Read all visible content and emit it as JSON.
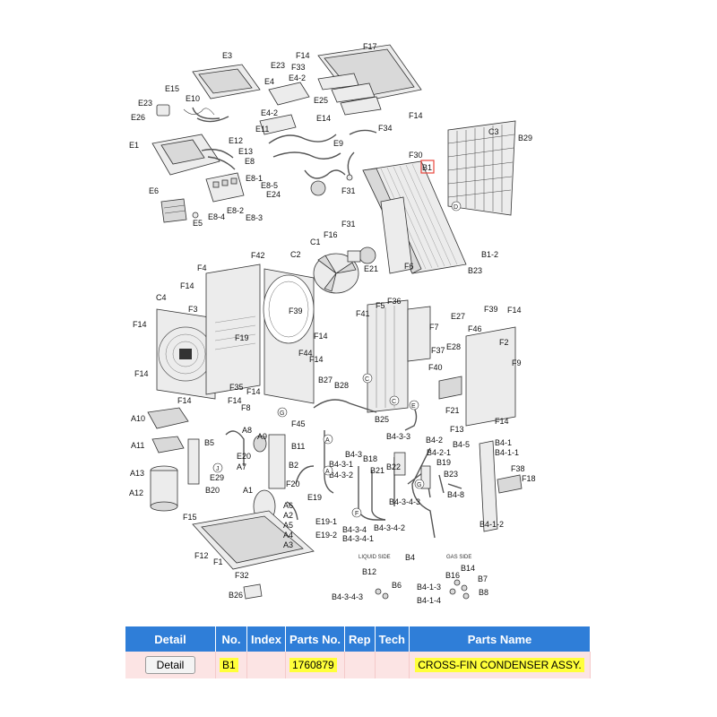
{
  "labels": {
    "E3": "E3",
    "E15": "E15",
    "E10": "E10",
    "E23": "E23",
    "E26": "E26",
    "E1": "E1",
    "E12": "E12",
    "E13": "E13",
    "E8": "E8",
    "E6": "E6",
    "E5": "E5",
    "E8_4": "E8-4",
    "E8_2": "E8-2",
    "E8_3": "E8-3",
    "E8_1": "E8-1",
    "E8_5": "E8-5",
    "E24": "E24",
    "F14a": "F14",
    "F17": "F17",
    "E23b": "E23",
    "F33": "F33",
    "E4": "E4",
    "E4_2a": "E4-2",
    "E25": "E25",
    "E4_2b": "E4-2",
    "E11": "E11",
    "E14": "E14",
    "E9": "E9",
    "F34": "F34",
    "F14b": "F14",
    "C3": "C3",
    "B29": "B29",
    "F30": "F30",
    "B1": "B1",
    "F31a": "F31",
    "F31b": "F31",
    "F16": "F16",
    "C1": "C1",
    "C2": "C2",
    "E21": "E21",
    "F6": "F6",
    "B1_2": "B1-2",
    "B23a": "B23",
    "F4": "F4",
    "F42": "F42",
    "F14c": "F14",
    "F3": "F3",
    "C4": "C4",
    "F14d": "F14",
    "F39a": "F39",
    "F19": "F19",
    "F14e": "F14",
    "F44": "F44",
    "F14f": "F14",
    "F14g": "F14",
    "F35": "F35",
    "F14h": "F14",
    "F14i": "F14",
    "F14j": "F14",
    "F8": "F8",
    "F36": "F36",
    "F41": "F41",
    "F5": "F5",
    "F7": "F7",
    "E27": "E27",
    "F39b": "F39",
    "F14k": "F14",
    "F46": "F46",
    "F2": "F2",
    "F37": "F37",
    "E28": "E28",
    "F9": "F9",
    "F40": "F40",
    "B27": "B27",
    "B28": "B28",
    "F21": "F21",
    "F14l": "F14",
    "B25": "B25",
    "F45": "F45",
    "A10": "A10",
    "A8": "A8",
    "A9": "A9",
    "B5": "B5",
    "A11": "A11",
    "E20": "E20",
    "A7": "A7",
    "B11": "B11",
    "B2": "B2",
    "A13": "A13",
    "E29": "E29",
    "A12": "A12",
    "B20": "B20",
    "A1": "A1",
    "F20": "F20",
    "E19": "E19",
    "A6": "A6",
    "A2": "A2",
    "A5": "A5",
    "A4": "A4",
    "A3": "A3",
    "E19_1": "E19-1",
    "E19_2": "E19-2",
    "F15": "F15",
    "F12": "F12",
    "F1": "F1",
    "F32": "F32",
    "B26": "B26",
    "B4_3": "B4-3",
    "B4_3_1": "B4-3-1",
    "B4_3_2": "B4-3-2",
    "B4_3_3": "B4-3-3",
    "B18": "B18",
    "B21": "B21",
    "B22": "B22",
    "B4_3_4_3": "B4-3-4-3",
    "B4_3_4": "B4-3-4",
    "B4_3_4_1": "B4-3-4-1",
    "B4_3_4_2": "B4-3-4-2",
    "B4": "B4",
    "F13": "F13",
    "B4_2": "B4-2",
    "B4_5": "B4-5",
    "B4_2_1": "B4-2-1",
    "B19": "B19",
    "B23b": "B23",
    "B4_8": "B4-8",
    "B4_1": "B4-1",
    "B4_1_1": "B4-1-1",
    "F38": "F38",
    "F18": "F18",
    "B4_1_2": "B4-1-2",
    "liquid_side": "LIQUID SIDE",
    "gas_side": "GAS SIDE",
    "B12": "B12",
    "B6": "B6",
    "B4_3_4_3b": "B4-3-4-3",
    "B16": "B16",
    "B14": "B14",
    "B7": "B7",
    "B4_1_3": "B4-1-3",
    "B8": "B8",
    "B4_1_4": "B4-1-4",
    "circleA1": "A",
    "circleA2": "A",
    "circleC1": "C",
    "circleC2": "C",
    "circleD": "D",
    "circleE": "E",
    "circleG1": "G",
    "circleG2": "G",
    "circleJ": "J",
    "circleF": "F"
  },
  "table": {
    "headers": [
      "Detail",
      "No.",
      "Index",
      "Parts No.",
      "Rep",
      "Tech",
      "Parts Name"
    ],
    "rows": [
      {
        "detail": "Detail",
        "no": "B1",
        "index": "",
        "parts_no": "1760879",
        "rep": "",
        "tech": "",
        "parts_name": "CROSS-FIN CONDENSER ASSY."
      }
    ]
  },
  "colors": {
    "header_bg": "#2f7ed8",
    "row_bg": "#fce4e4",
    "highlight": "#ffff3a",
    "selection_box": "#e8453c"
  }
}
